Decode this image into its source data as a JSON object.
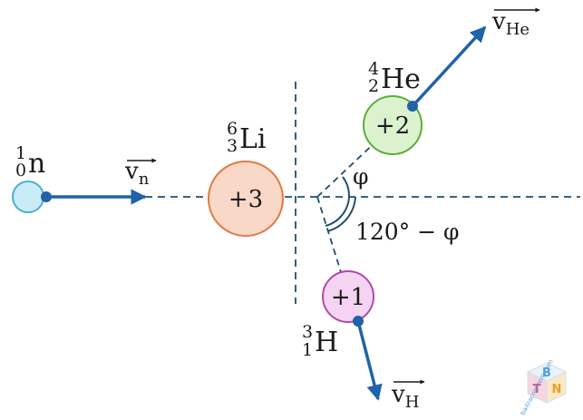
{
  "particles": {
    "neutron": {
      "symbol": "n",
      "mass_number": "1",
      "atomic_number": "0",
      "fill": "#c9ecf7",
      "stroke": "#4ab0d0"
    },
    "lithium": {
      "symbol": "Li",
      "mass_number": "6",
      "atomic_number": "3",
      "charge": "+3",
      "fill": "#fad8c7",
      "stroke": "#e07a45"
    },
    "helium": {
      "symbol": "He",
      "mass_number": "4",
      "atomic_number": "2",
      "charge": "+2",
      "fill": "#dcf2cf",
      "stroke": "#5cae3a"
    },
    "tritium": {
      "symbol": "H",
      "mass_number": "3",
      "atomic_number": "1",
      "charge": "+1",
      "fill": "#f4d4f2",
      "stroke": "#b04aaa"
    }
  },
  "vectors": {
    "neutron": {
      "letter": "v",
      "subscript": "n"
    },
    "helium": {
      "letter": "v",
      "subscript": "He"
    },
    "tritium": {
      "letter": "v",
      "subscript": "H"
    }
  },
  "angles": {
    "phi": "φ",
    "complement": "120° − φ"
  },
  "colors": {
    "arrow": "#1f63a8",
    "dash": "#1f4e6e"
  },
  "watermark": {
    "letters": [
      "B",
      "T",
      "N"
    ],
    "text": "baitracnghiem.com"
  }
}
